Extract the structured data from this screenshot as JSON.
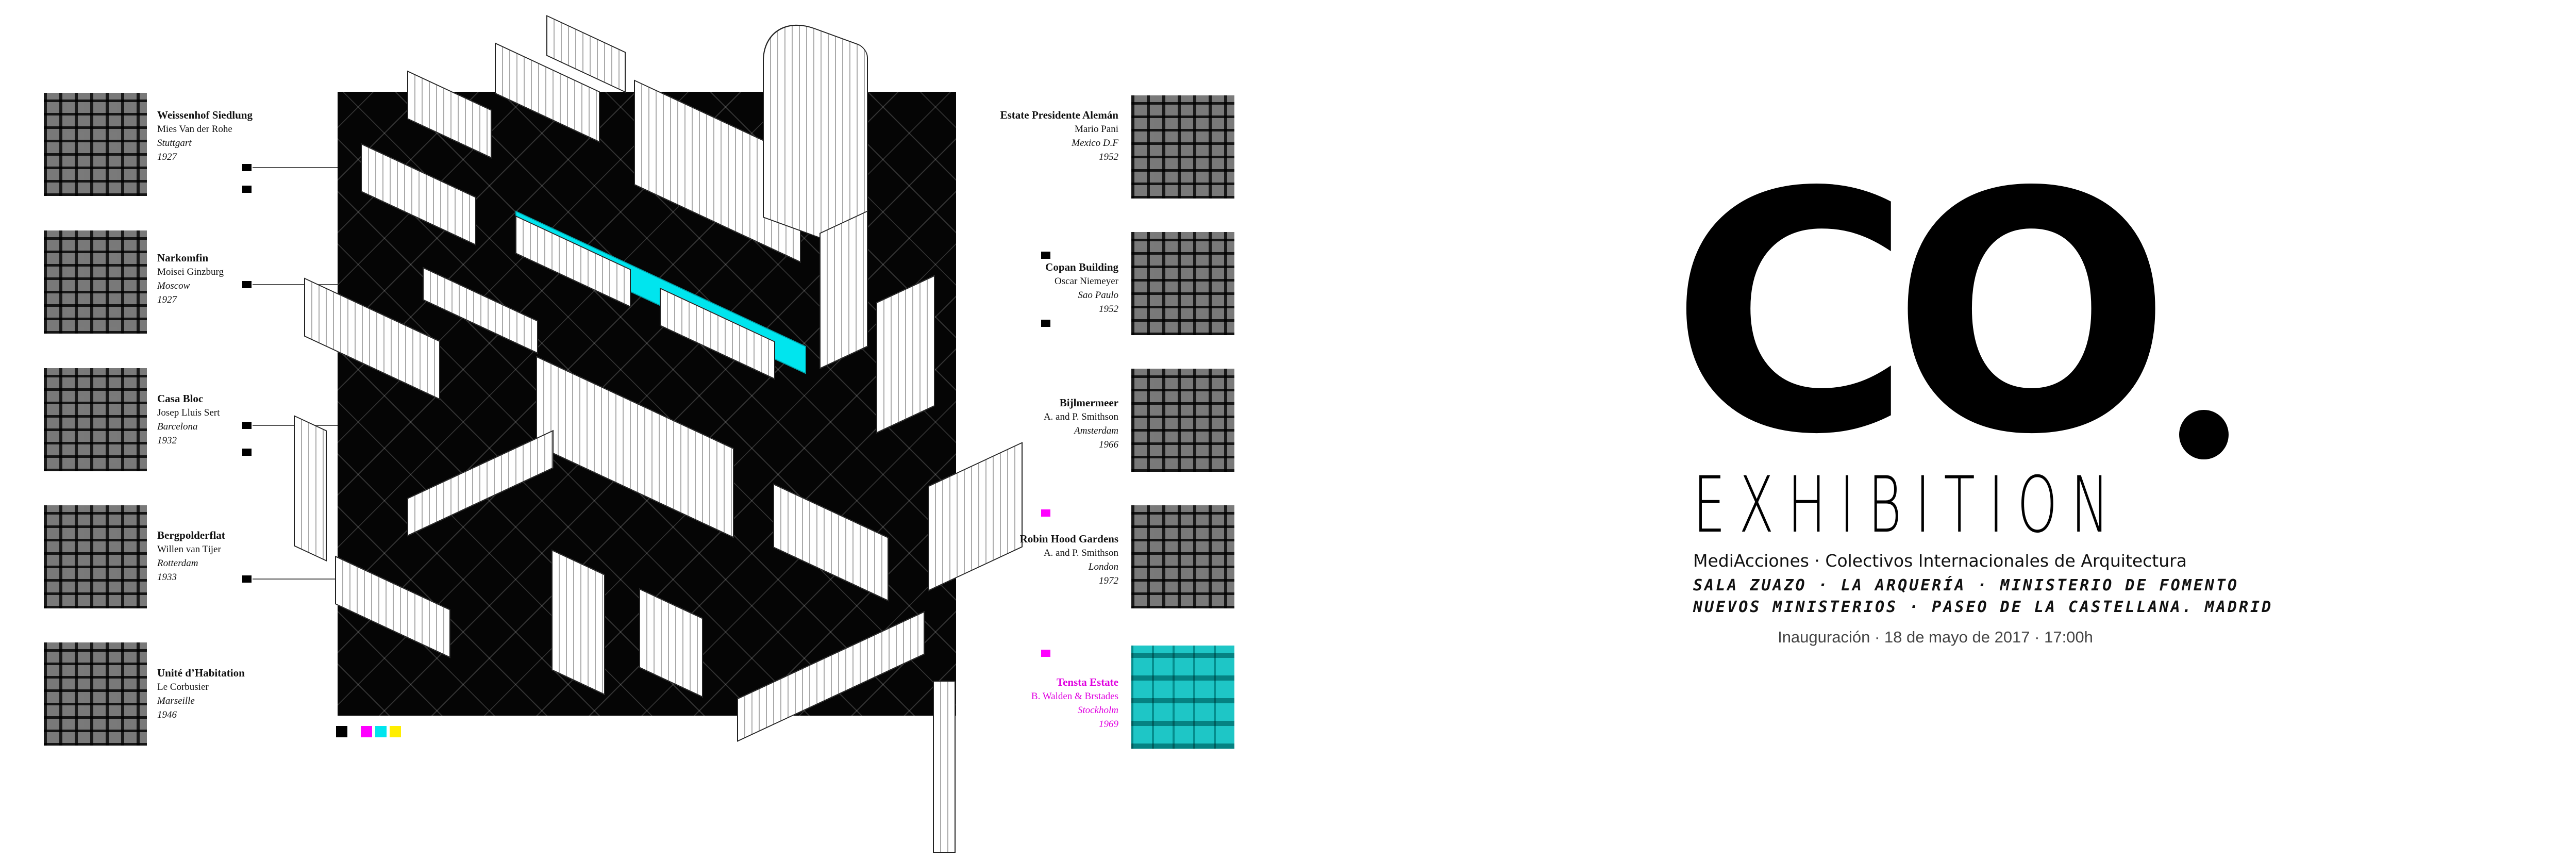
{
  "left_projects": [
    {
      "name": "Weissenhof Siedlung",
      "architect": "Mies Van der Rohe",
      "city": "Stuttgart",
      "year": "1927"
    },
    {
      "name": "Narkomfin",
      "architect": "Moisei Ginzburg",
      "city": "Moscow",
      "year": "1927"
    },
    {
      "name": "Casa Bloc",
      "architect": "Josep Lluis Sert",
      "city": "Barcelona",
      "year": "1932"
    },
    {
      "name": "Bergpolderflat",
      "architect": "Willen van Tijer",
      "city": "Rotterdam",
      "year": "1933"
    },
    {
      "name": "Unité d’Habitation",
      "architect": "Le Corbusier",
      "city": "Marseille",
      "year": "1946"
    }
  ],
  "right_projects": [
    {
      "name": "Estate Presidente Alemán",
      "architect": "Mario Pani",
      "city": "Mexico D.F",
      "year": "1952"
    },
    {
      "name": "Copan Building",
      "architect": "Oscar Niemeyer",
      "city": "Sao Paulo",
      "year": "1952"
    },
    {
      "name": "Bijlmermeer",
      "architect": "A. and P. Smithson",
      "city": "Amsterdam",
      "year": "1966"
    },
    {
      "name": "Robin Hood Gardens",
      "architect": "A. and P. Smithson",
      "city": "London",
      "year": "1972"
    },
    {
      "name": "Tensta Estate",
      "architect": "B. Walden & Brstades",
      "city": "Stockholm",
      "year": "1969"
    }
  ],
  "colors": {
    "highlight": "#00e5ee",
    "magenta": "#ff00ff",
    "black": "#000000"
  },
  "logo": {
    "co": "CO",
    "exhibition": "EXHIBITION",
    "subtitle": "MediAcciones · Colectivos Internacionales de Arquitectura",
    "venue_line1": "SALA ZUAZO · LA ARQUERÍA · MINISTERIO DE FOMENTO",
    "venue_line2": "NUEVOS MINISTERIOS · PASEO DE LA CASTELLANA. MADRID",
    "inauguration": "Inauguración · 18 de mayo de 2017 · 17:00h"
  }
}
